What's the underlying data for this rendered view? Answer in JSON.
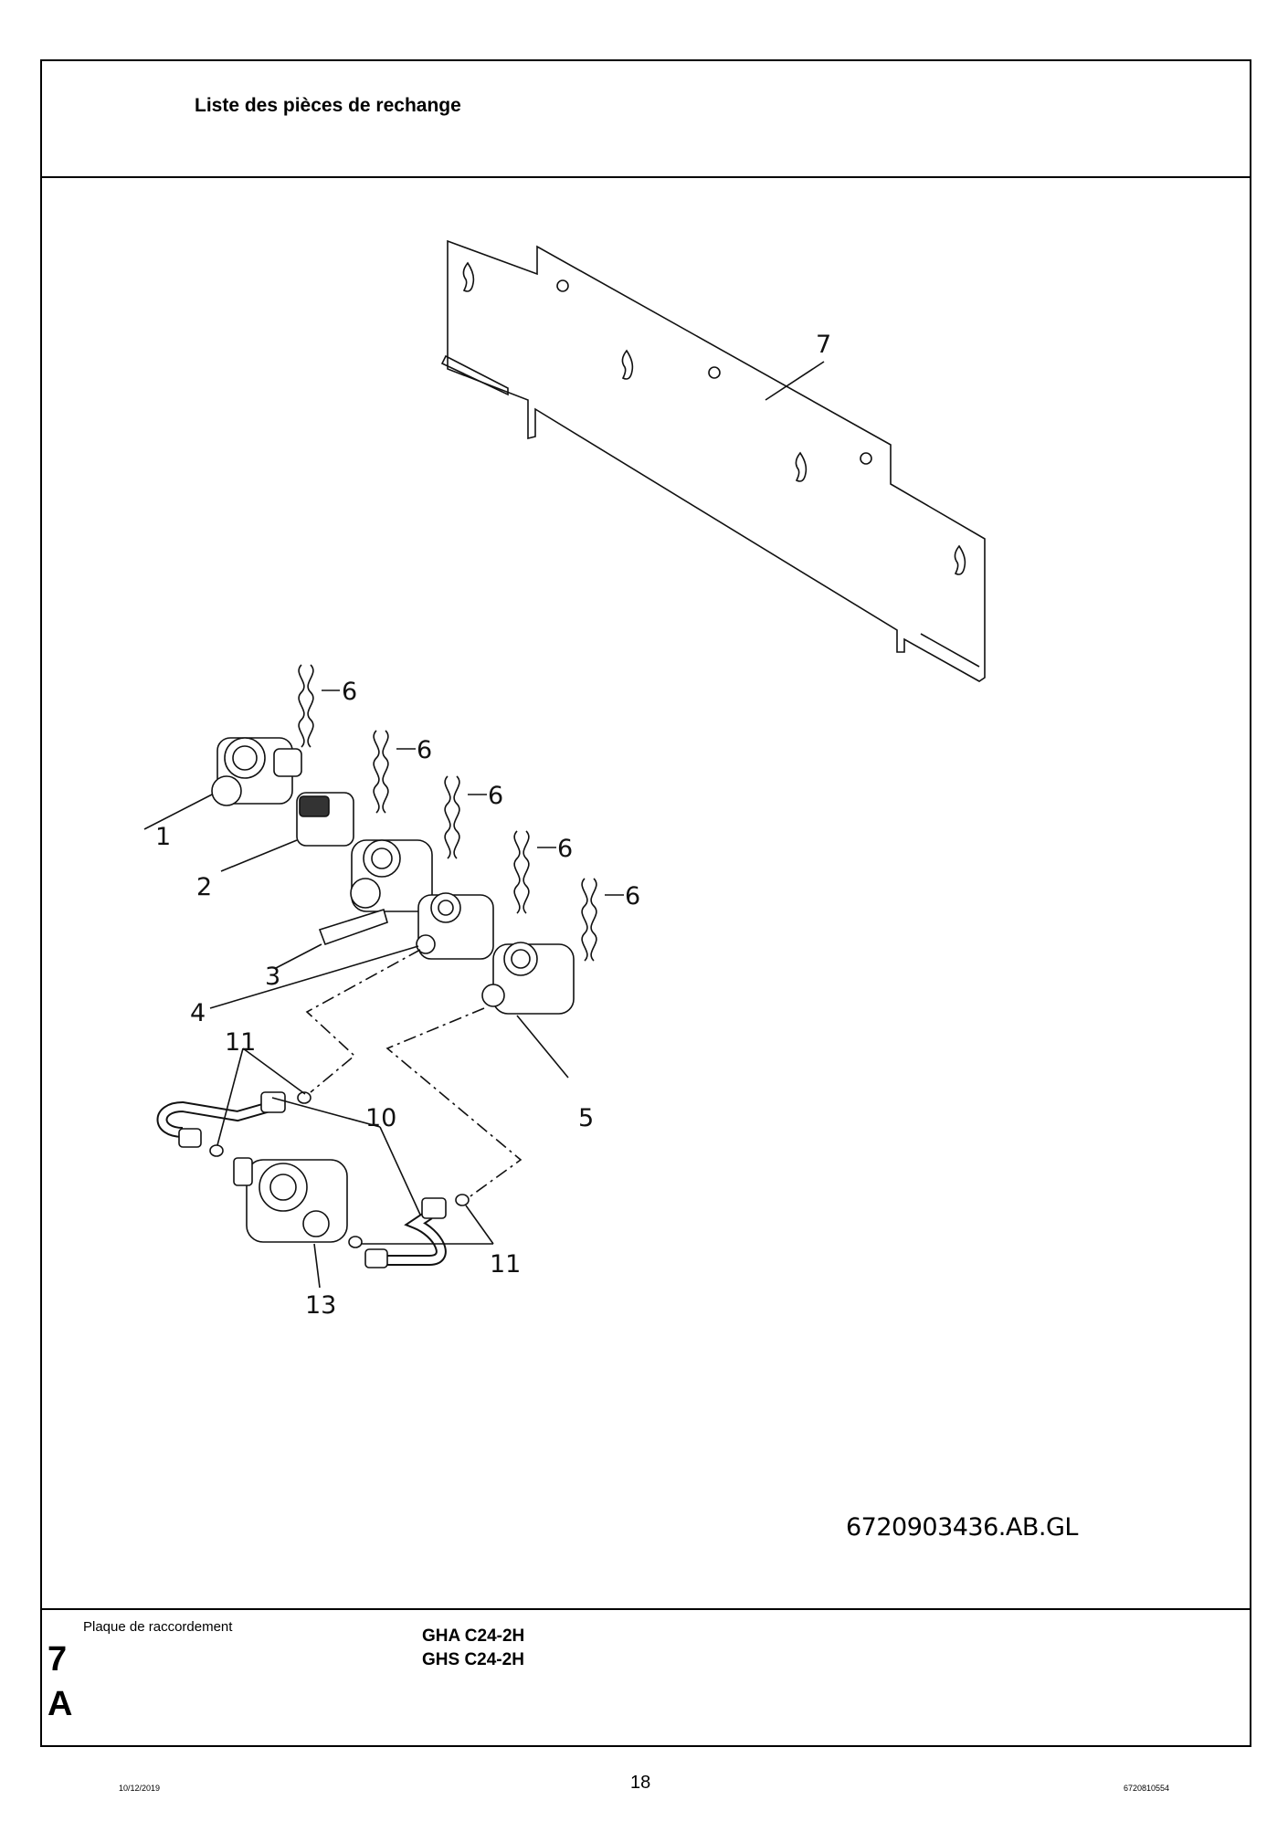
{
  "header": {
    "title": "Liste des pièces de rechange"
  },
  "drawing": {
    "id_label": "6720903436.AB.GL",
    "callouts": {
      "c1": "1",
      "c2": "2",
      "c3": "3",
      "c4": "4",
      "c5": "5",
      "c6": "6",
      "c7": "7",
      "c10": "10",
      "c11": "11",
      "c13": "13"
    }
  },
  "section": {
    "description": "Plaque de raccordement",
    "number": "7",
    "letter": "A",
    "models": [
      "GHA C24-2H",
      "GHS C24-2H"
    ]
  },
  "footer": {
    "date": "10/12/2019",
    "page": "18",
    "doc_number": "6720810554"
  }
}
